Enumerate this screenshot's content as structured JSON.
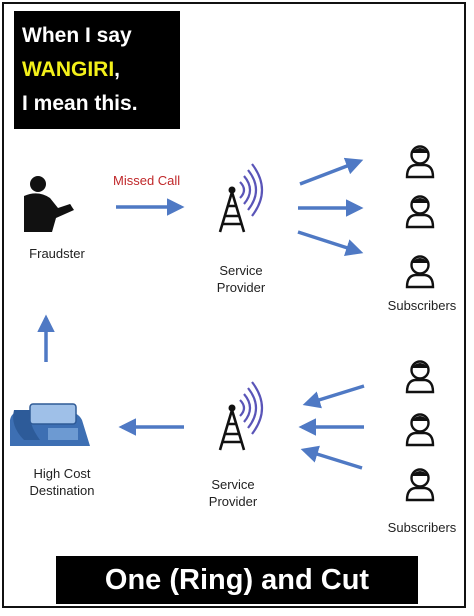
{
  "header": {
    "line1": "When I say",
    "term": "WANGIRI",
    "comma": ",",
    "line3": "I mean this."
  },
  "labels": {
    "missed_call": "Missed Call",
    "fraudster": "Fraudster",
    "provider_top_1": "Service",
    "provider_top_2": "Provider",
    "subscribers_top": "Subscribers",
    "high_cost_1": "High Cost",
    "high_cost_2": "Destination",
    "provider_bottom_1": "Service",
    "provider_bottom_2": "Provider",
    "subscribers_bottom": "Subscribers"
  },
  "footer": {
    "caption": "One (Ring) and Cut"
  },
  "colors": {
    "arrow": "#4f79c4",
    "highlight": "#f3f01a",
    "missed_call": "#c0282a",
    "phone": "#3d6fb3"
  }
}
